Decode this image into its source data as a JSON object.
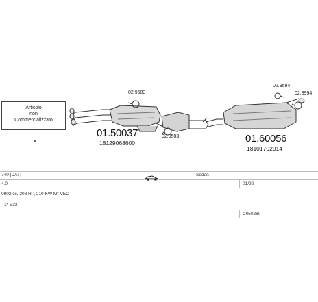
{
  "note": {
    "line1": "Articolo",
    "line2": "non",
    "line3": "Commercializzato"
  },
  "parts": {
    "left_muffler_number": "01.50037",
    "left_muffler_oe": "18129068600",
    "right_muffler_number": "01.60056",
    "right_muffler_oe": "18101702914",
    "clamp_top_left": "02.9583",
    "clamp_bottom_left": "02.9503",
    "clamp_top_right_a": "02.9594",
    "clamp_top_right_b": "02.3994"
  },
  "rows": {
    "model": "740 [DAT]",
    "body": "Sedan",
    "engine": "4.0i",
    "date": "01/92 -",
    "engine_code": "0902 cc, 208 HP, 210 KW M* VEC -",
    "chassis": "- 1* E32",
    "catalog_code": "C050280"
  },
  "icons": {
    "car": "sedan-car-icon"
  }
}
